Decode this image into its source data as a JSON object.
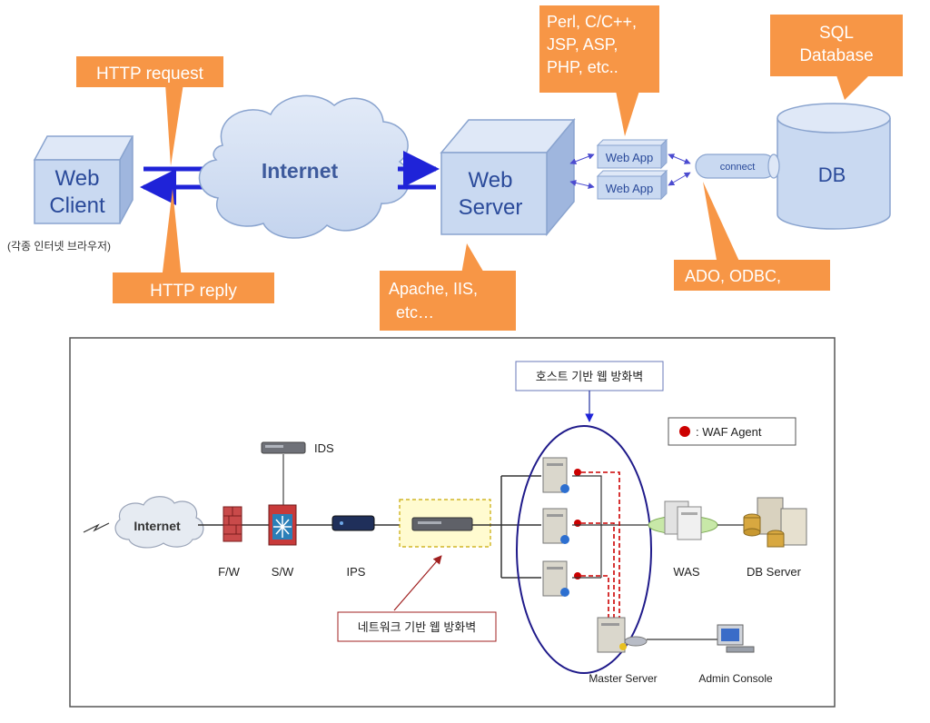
{
  "top": {
    "web_client": [
      "Web",
      "Client"
    ],
    "client_note": "(각종 인터넷 브라우저)",
    "internet": "Internet",
    "web_server": [
      "Web",
      "Server"
    ],
    "web_app_1": "Web App",
    "web_app_2": "Web App",
    "connect": "connect",
    "db": "DB",
    "callouts": {
      "http_request": "HTTP request",
      "http_reply": "HTTP reply",
      "server_types": [
        "Apache, IIS,",
        "etc…"
      ],
      "languages": [
        "Perl, C/C++,",
        "JSP, ASP,",
        "PHP, etc.."
      ],
      "database": [
        "SQL",
        "Database"
      ],
      "drivers": "ADO, ODBC,"
    }
  },
  "bottom": {
    "host_waf_label": "호스트 기반 웹 방화벽",
    "legend": ": WAF Agent",
    "ids": "IDS",
    "internet": "Internet",
    "fw": "F/W",
    "sw": "S/W",
    "ips": "IPS",
    "was": "WAS",
    "db_server": "DB Server",
    "network_waf_label": "네트워크 기반 웹 방화벽",
    "master_server": "Master Server",
    "admin_console": "Admin Console"
  },
  "colors": {
    "callout_orange": "#f79646",
    "box_blue": "#c9d9f1",
    "arrow_blue": "#1f23d8",
    "ellipse_navy": "#1f1a8a",
    "waf_red": "#cc0000"
  }
}
